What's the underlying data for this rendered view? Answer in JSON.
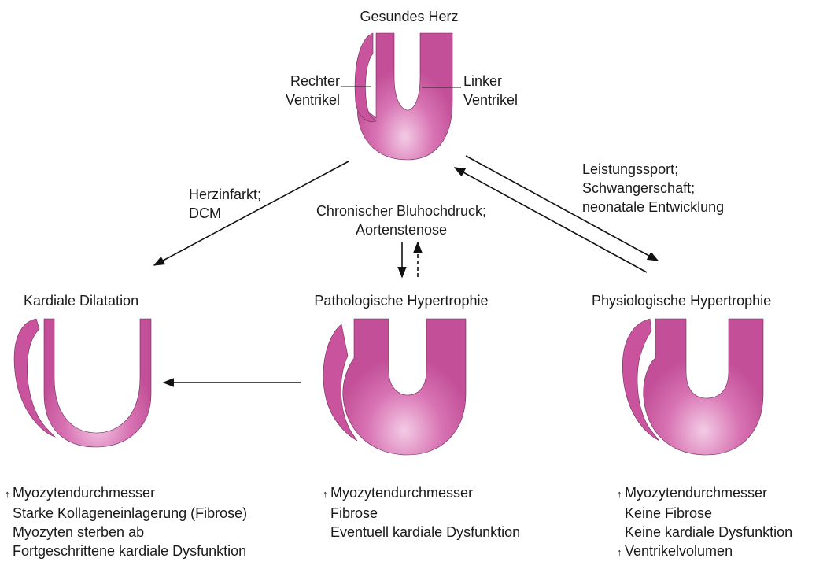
{
  "healthy": {
    "title": "Gesundes Herz",
    "right_ventricle": [
      "Rechter",
      "Ventrikel"
    ],
    "left_ventricle": [
      "Linker",
      "Ventrikel"
    ]
  },
  "paths": {
    "left_cause": [
      "Herzinfarkt;",
      "DCM"
    ],
    "middle_cause": [
      "Chronischer Bluhochdruck;",
      "Aortenstenose"
    ],
    "right_cause": [
      "Leistungssport;",
      "Schwangerschaft;",
      "neonatale Entwicklung"
    ]
  },
  "states": {
    "dilatation": {
      "title": "Kardiale Dilatation",
      "notes": [
        "Myozytendurchmesser",
        "Starke Kollageneinlagerung (Fibrose)",
        "Myozyten sterben ab",
        "Fortgeschrittene kardiale Dysfunktion"
      ]
    },
    "pathological": {
      "title": "Pathologische Hypertrophie",
      "notes": [
        "Myozytendurchmesser",
        "Fibrose",
        "Eventuell kardiale Dysfunktion"
      ]
    },
    "physiological": {
      "title": "Physiologische Hypertrophie",
      "notes": [
        "Myozytendurchmesser",
        "Keine Fibrose",
        "Keine kardiale Dysfunktion",
        "Ventrikelvolumen"
      ]
    }
  },
  "colors": {
    "heart_fill": "#c9539c",
    "heart_light": "#f2c6e3",
    "heart_stroke": "#5a2a4c",
    "arrow": "#111111"
  }
}
